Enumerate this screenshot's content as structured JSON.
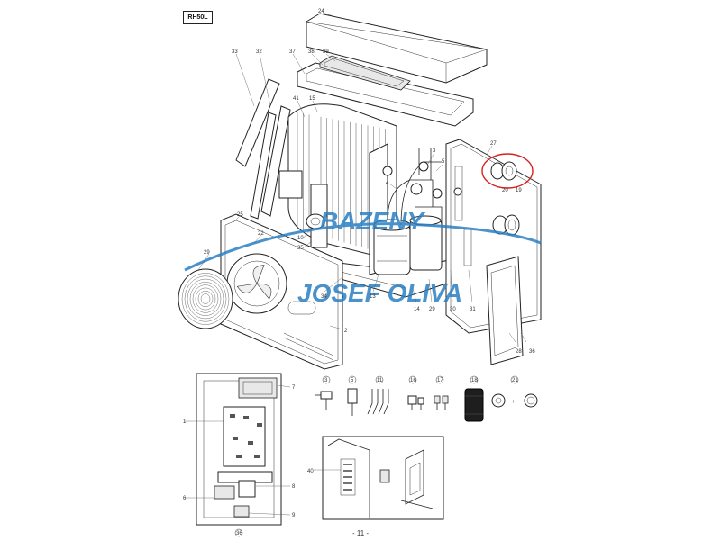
{
  "model": "RH50L",
  "page_number": "- 11 -",
  "watermark": {
    "line1": "BAZENY",
    "line2": "JOSEF OLIVA",
    "color": "#2a7fc4"
  },
  "highlight_color": "#d62020",
  "callouts": {
    "c24": "24",
    "c33": "33",
    "c32": "32",
    "c37": "37",
    "c38": "38",
    "c39": "39",
    "c41": "41",
    "c15": "15",
    "c3": "3",
    "c4": "4",
    "c5": "5",
    "c27": "27",
    "c20": "20",
    "c19": "19",
    "c25": "25",
    "c22": "22",
    "c29": "29",
    "c10": "10",
    "c35": "35",
    "c34": "34",
    "c13": "13",
    "c14": "14",
    "c29b": "29",
    "c30": "30",
    "c31": "31",
    "c2": "2",
    "c28": "28",
    "c36": "36",
    "c7": "7",
    "c1": "1",
    "c8": "8",
    "c6": "6",
    "c9": "9",
    "c40": "40"
  },
  "spare_parts": {
    "p3": "3",
    "p5": "5",
    "p11": "11",
    "p16": "16",
    "p17": "17",
    "p18": "18",
    "p21": "21",
    "plus": "+"
  },
  "electrical_box_label": "36"
}
